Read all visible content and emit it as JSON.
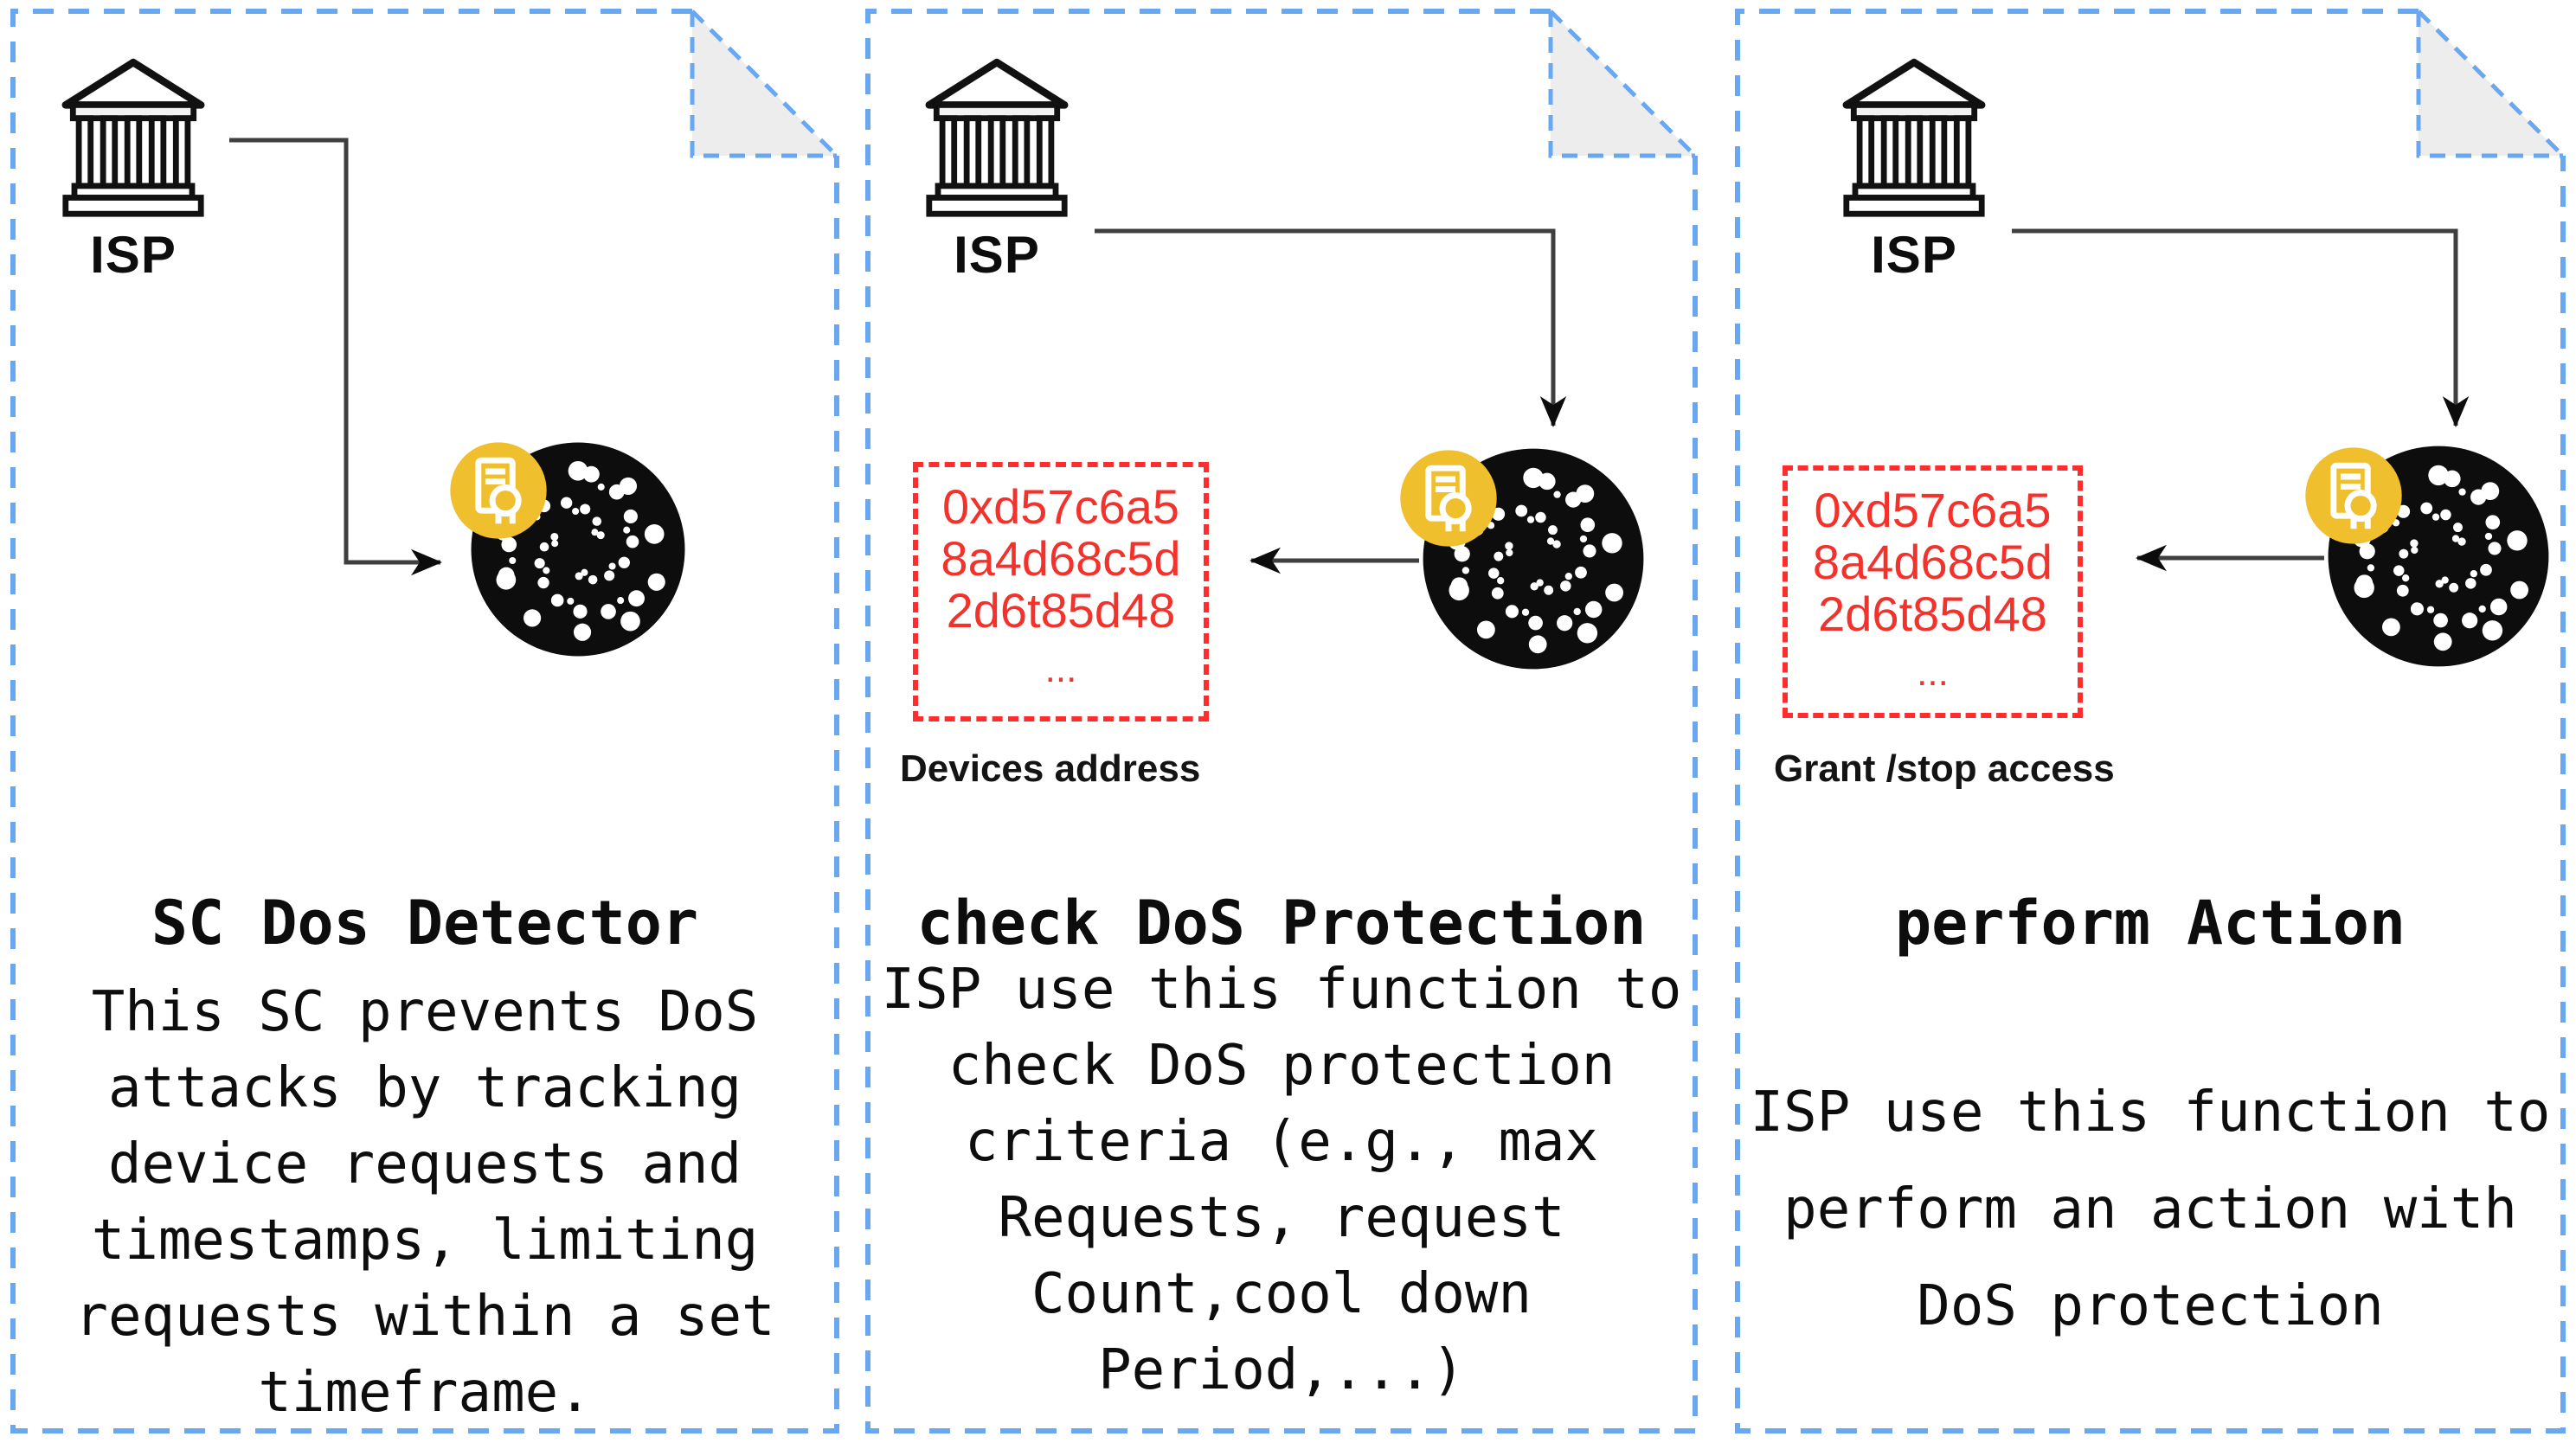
{
  "panels": [
    {
      "id": "sc-dos-detector",
      "actor_label": "ISP",
      "title": "SC Dos Detector",
      "body": "This SC prevents DoS attacks by tracking device requests and timestamps, limiting requests within a set timeframe."
    },
    {
      "id": "check-dos-protection",
      "actor_label": "ISP",
      "title": "check DoS Protection",
      "body": "ISP use this function to check DoS protection criteria (e.g., max Requests, request Count,cool down Period,...)",
      "address_box": {
        "lines": [
          "0xd57c6a5",
          "8a4d68c5d",
          "2d6t85d48"
        ],
        "ellipsis": "...",
        "caption": "Devices address"
      }
    },
    {
      "id": "perform-action",
      "actor_label": "ISP",
      "title": "perform Action",
      "body": "ISP use this function to perform an action with DoS protection",
      "address_box": {
        "lines": [
          "0xd57c6a5",
          "8a4d68c5d",
          "2d6t85d48"
        ],
        "ellipsis": "...",
        "caption": "Grant /stop access"
      }
    }
  ],
  "colors": {
    "panel_border": "#6aa7f1",
    "fold_fill": "#ededed",
    "address_border": "#ff2d2d",
    "address_text": "#f3322c",
    "badge_yellow": "#efbf2e",
    "ledger_black": "#0d0d0d",
    "arrow": "#3f3f3f",
    "text": "#0d0d0d"
  }
}
